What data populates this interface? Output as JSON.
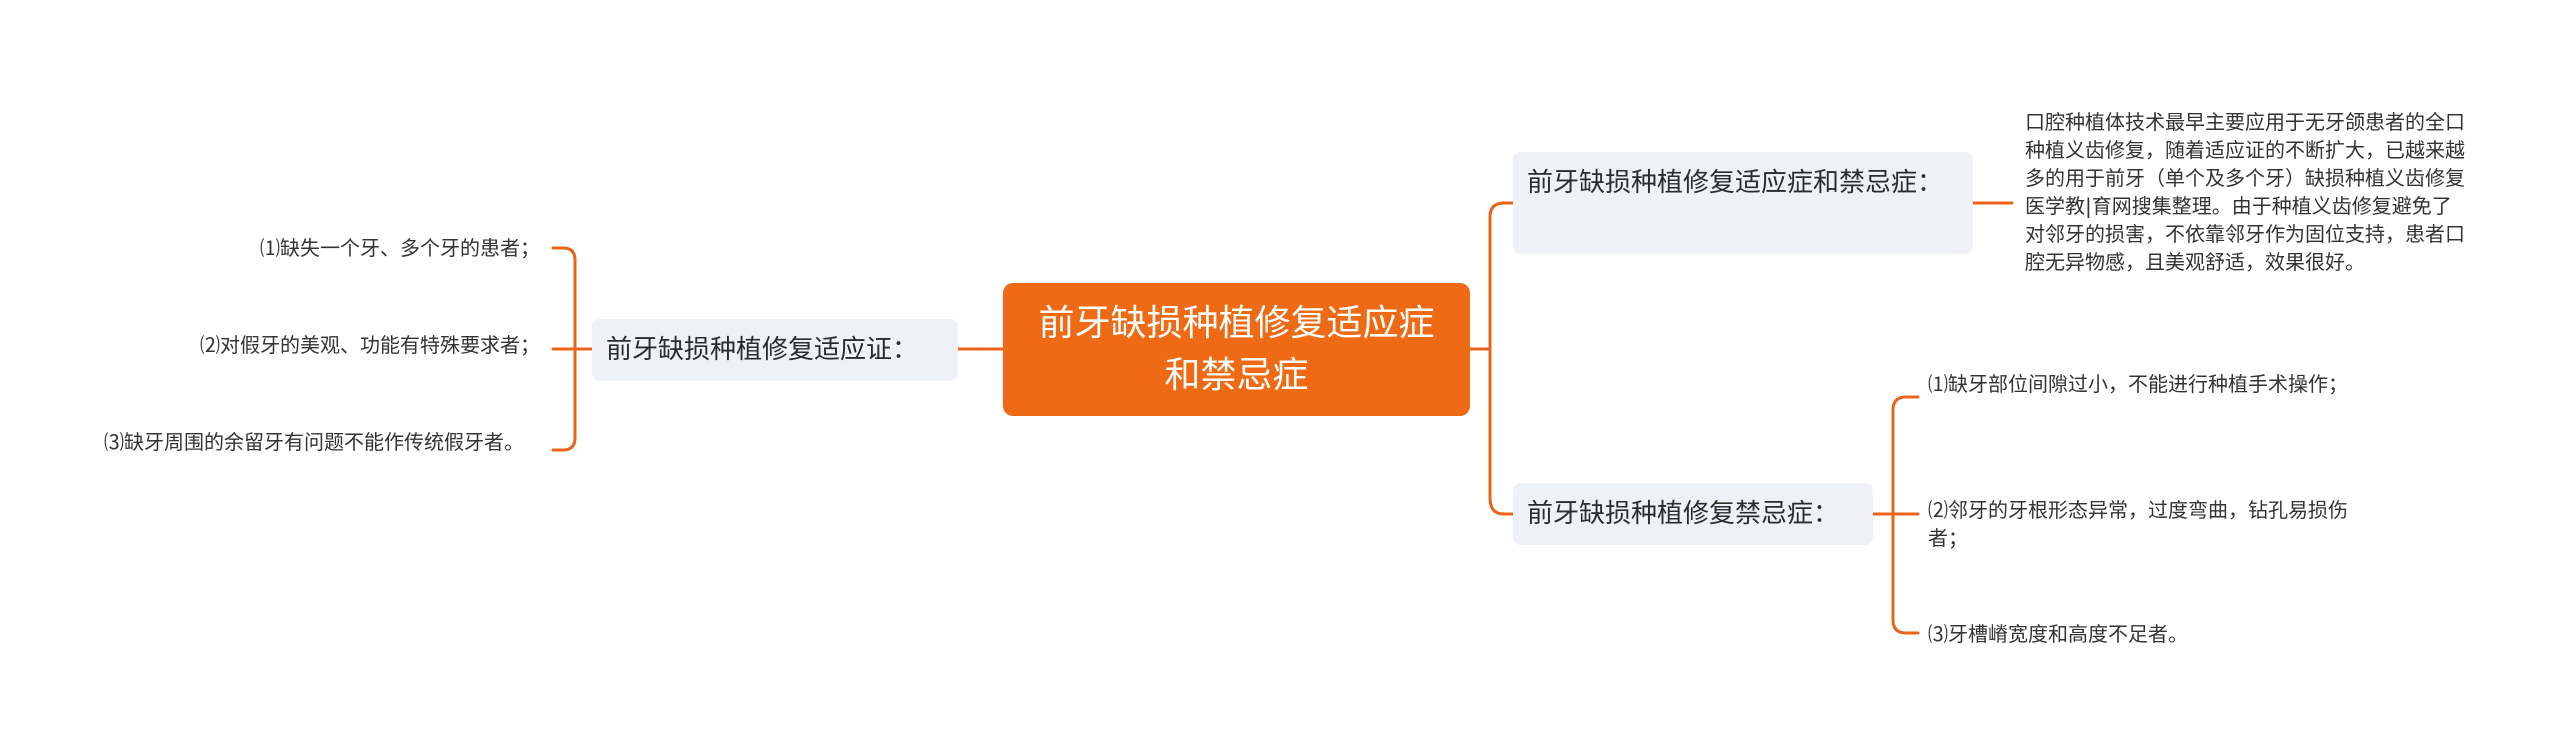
{
  "root": {
    "title": "前牙缺损种植修复适应症和禁忌症"
  },
  "left_branch": {
    "title": "前牙缺损种植修复适应证：",
    "items": [
      "⑴缺失一个牙、多个牙的患者；",
      "⑵对假牙的美观、功能有特殊要求者；",
      "⑶缺牙周围的余留牙有问题不能作传统假牙者。"
    ]
  },
  "right_top_branch": {
    "title": "前牙缺损种植修复适应症和禁忌症：",
    "items": [
      "口腔种植体技术最早主要应用于无牙颌患者的全口种植义齿修复，随着适应证的不断扩大，已越来越多的用于前牙（单个及多个牙）缺损种植义齿修复医学教|育网搜集整理。由于种植义齿修复避免了对邻牙的损害，不依靠邻牙作为固位支持，患者口腔无异物感，且美观舒适，效果很好。"
    ]
  },
  "right_bottom_branch": {
    "title": "前牙缺损种植修复禁忌症：",
    "items": [
      "⑴缺牙部位间隙过小，不能进行种植手术操作；",
      "⑵邻牙的牙根形态异常，过度弯曲，钻孔易损伤者；",
      "⑶牙槽嵴宽度和高度不足者。"
    ]
  },
  "colors": {
    "accent": "#ef6a14",
    "branch_bg": "#eef1f5",
    "line": "#e8641b"
  }
}
